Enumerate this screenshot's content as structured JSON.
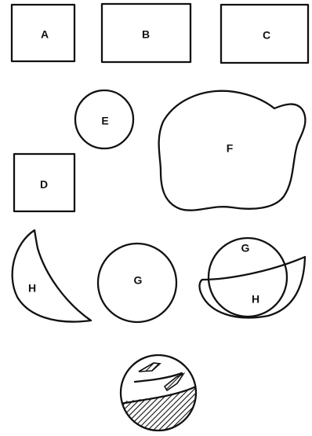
{
  "labels": {
    "a": "A",
    "b": "B",
    "c": "C",
    "d": "D",
    "e": "E",
    "f": "F",
    "h_crescent": "H",
    "g_circle": "G",
    "g_combined": "G",
    "h_combined": "H"
  }
}
